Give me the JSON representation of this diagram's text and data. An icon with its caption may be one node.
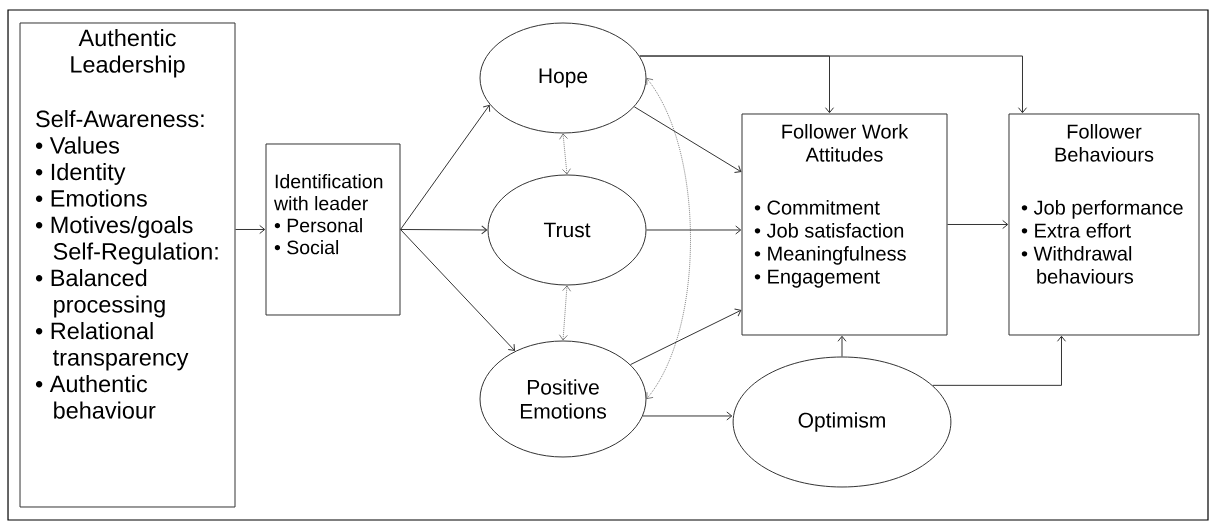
{
  "diagram": {
    "nodes": [
      {
        "text": [
          "Authentic Leadership",
          "Self-Awareness:",
          "• Values",
          "• Identity",
          "• Emotions",
          "• Motives/goals",
          "Self-Regulation:",
          "• Balanced processing",
          "• Relational transparency",
          "• Authentic behaviour"
        ]
      },
      {
        "text": [
          "Identification with leader",
          "• Personal",
          "• Social"
        ]
      },
      {
        "text": [
          "Hope"
        ]
      },
      {
        "text": [
          "Trust"
        ]
      },
      {
        "text": [
          "Positive Emotions"
        ]
      },
      {
        "text": [
          "Follower Work Attitudes",
          "• Commitment",
          "• Job satisfaction",
          "• Meaningfulness",
          "• Engagement"
        ]
      },
      {
        "text": [
          "Follower Behaviours",
          "• Job performance",
          "• Extra effort",
          "• Withdrawal behaviours"
        ]
      },
      {
        "text": [
          "Optimism"
        ]
      }
    ],
    "edges": [
      {
        "from": 0,
        "to": 1,
        "arrow": "to"
      },
      {
        "from": 1,
        "to": 2,
        "arrow": "to"
      },
      {
        "from": 1,
        "to": 3,
        "arrow": "to"
      },
      {
        "from": 1,
        "to": 4,
        "arrow": "to"
      },
      {
        "from": 2,
        "to": 3,
        "arrow": "both",
        "style": "dashed"
      },
      {
        "from": 3,
        "to": 4,
        "arrow": "both",
        "style": "dashed"
      },
      {
        "from": 4,
        "to": 2,
        "arrow": "both",
        "style": "dashed"
      },
      {
        "from": 2,
        "to": 5,
        "arrow": "to"
      },
      {
        "from": 2,
        "to": 5,
        "arrow": "to"
      },
      {
        "from": 2,
        "to": 6,
        "arrow": "to"
      },
      {
        "from": 3,
        "to": 5,
        "arrow": "to"
      },
      {
        "from": 4,
        "to": 5,
        "arrow": "to"
      },
      {
        "from": 4,
        "to": 7,
        "arrow": "to"
      },
      {
        "from": 7,
        "to": 5,
        "arrow": "to"
      },
      {
        "from": 7,
        "to": 6,
        "arrow": "to"
      },
      {
        "from": 5,
        "to": 6,
        "arrow": "to"
      }
    ]
  }
}
